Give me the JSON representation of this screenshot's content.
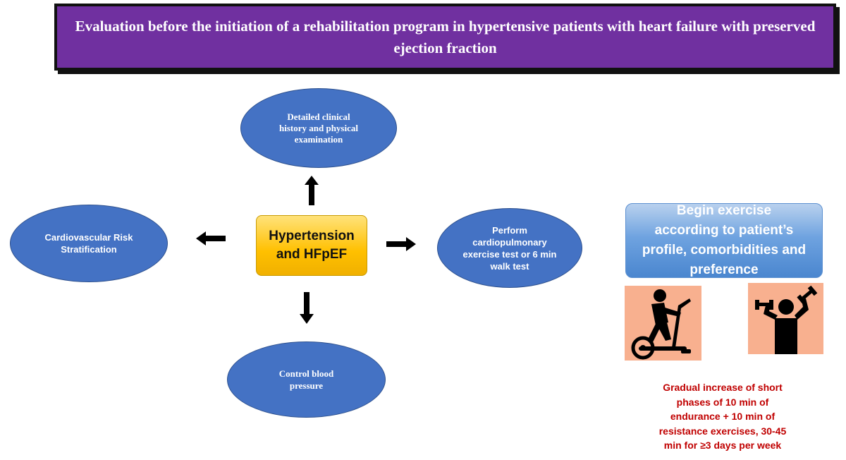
{
  "title": "Evaluation before the initiation of a rehabilitation program in hypertensive patients with heart failure with preserved ejection fraction",
  "center": {
    "lines": [
      "Hypertension",
      "and HFpEF"
    ]
  },
  "nodes": {
    "top": [
      "Detailed clinical",
      "history and physical",
      "examination"
    ],
    "left": [
      "Cardiovascular Risk",
      "Stratification"
    ],
    "right": [
      "Perform",
      "cardiopulmonary",
      "exercise test or 6 min",
      "walk test"
    ],
    "bottom": [
      "Control blood",
      "pressure"
    ]
  },
  "begin": {
    "lines": [
      "Begin exercise",
      "according to patient’s",
      "profile, comorbidities and",
      "preference"
    ]
  },
  "icons": [
    "elliptical-trainer-icon",
    "dumbbell-exercise-icon"
  ],
  "note": {
    "lines": [
      "Gradual increase of short",
      "phases of 10 min of",
      "endurance + 10 min of",
      "resistance exercises, 30-45",
      "min for ≥3 days per week"
    ]
  },
  "colors": {
    "title_bg": "#7030a0",
    "ellipse": "#4472c4",
    "center": "#ffc000",
    "begin_box": "#5b9bd5",
    "icon_bg": "#f8b08f",
    "note_text": "#c00000"
  }
}
